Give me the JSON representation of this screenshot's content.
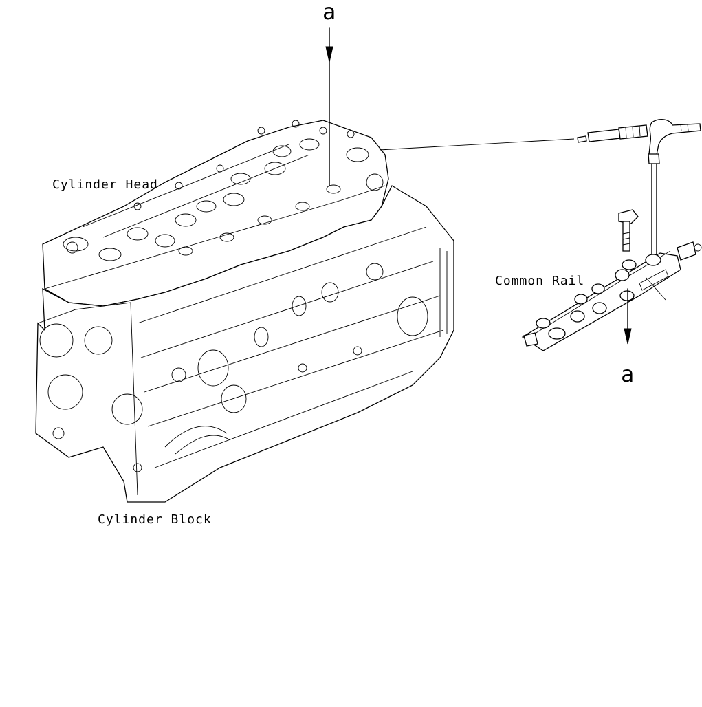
{
  "labels": {
    "cylinder_head": "Cylinder Head",
    "cylinder_block": "Cylinder Block",
    "common_rail": "Common Rail",
    "ref_top": "a",
    "ref_bottom": "a"
  }
}
